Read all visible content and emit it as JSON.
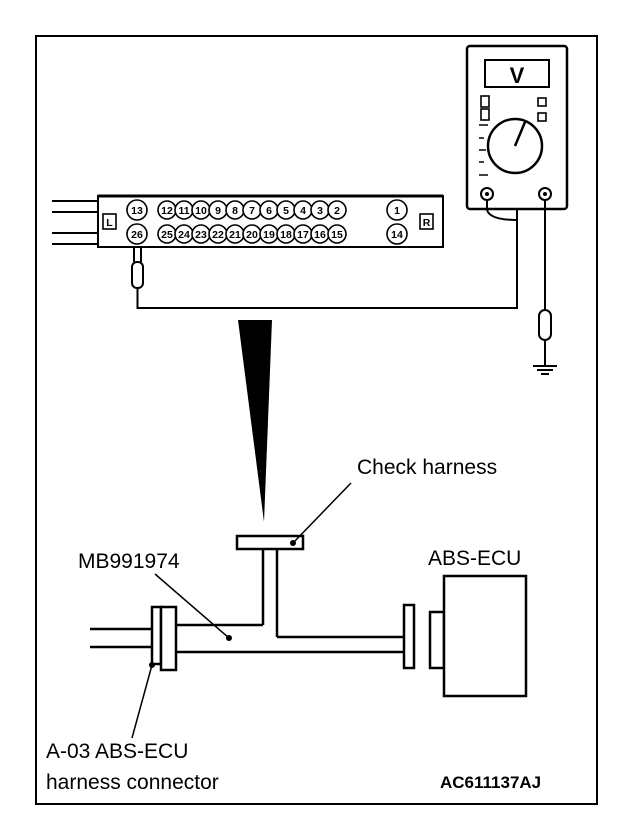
{
  "meter": {
    "display": "V"
  },
  "connector": {
    "left_label": "L",
    "right_label": "R",
    "top_pins": [
      "13",
      "12",
      "11",
      "10",
      "9",
      "8",
      "7",
      "6",
      "5",
      "4",
      "3",
      "2",
      "1"
    ],
    "bottom_pins": [
      "26",
      "25",
      "24",
      "23",
      "22",
      "21",
      "20",
      "19",
      "18",
      "17",
      "16",
      "15",
      "14"
    ]
  },
  "labels": {
    "check_harness": "Check harness",
    "tool": "MB991974",
    "ecu": "ABS-ECU",
    "harness_connector_line1": "A-03 ABS-ECU",
    "harness_connector_line2": "harness connector",
    "figure_code": "AC611137AJ"
  }
}
